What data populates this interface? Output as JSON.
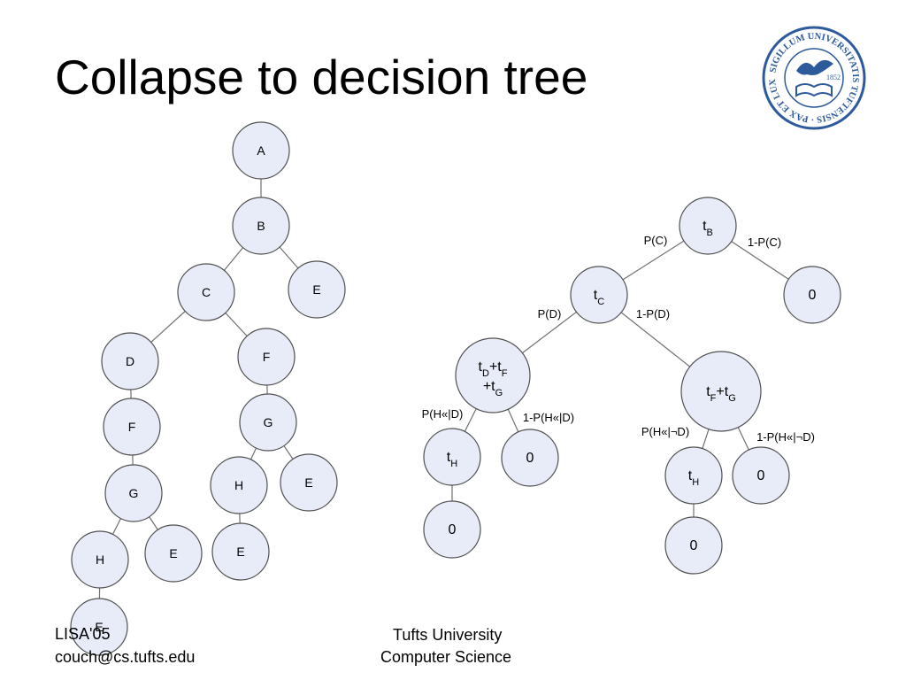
{
  "slide": {
    "title": "Collapse to decision tree",
    "footer_left_line1": "LISA'05",
    "footer_left_line2": "couch@cs.tufts.edu",
    "footer_center_line1": "Tufts University",
    "footer_center_line2": "Computer Science"
  },
  "seal": {
    "text": "SIGILLUM UNIVERSITATIS TUFTENSIS · PAX ET LUX",
    "year": "1852",
    "color": "#2d5a9b"
  },
  "colors": {
    "node_fill": "#e8ecf8",
    "node_stroke": "#505050",
    "edge": "#707070"
  },
  "left_tree": {
    "nodes": [
      {
        "id": "a",
        "label": "A"
      },
      {
        "id": "b",
        "label": "B"
      },
      {
        "id": "c",
        "label": "C"
      },
      {
        "id": "e1",
        "label": "E"
      },
      {
        "id": "d",
        "label": "D"
      },
      {
        "id": "f1",
        "label": "F"
      },
      {
        "id": "f2",
        "label": "F"
      },
      {
        "id": "g1",
        "label": "G"
      },
      {
        "id": "g2",
        "label": "G"
      },
      {
        "id": "h1",
        "label": "H"
      },
      {
        "id": "e2",
        "label": "E"
      },
      {
        "id": "e3",
        "label": "E"
      },
      {
        "id": "h2",
        "label": "H"
      },
      {
        "id": "e4",
        "label": "E"
      },
      {
        "id": "e5",
        "label": "E"
      }
    ],
    "edges": [
      [
        "a",
        "b"
      ],
      [
        "b",
        "c"
      ],
      [
        "b",
        "e1"
      ],
      [
        "c",
        "d"
      ],
      [
        "c",
        "f1"
      ],
      [
        "d",
        "f2"
      ],
      [
        "f1",
        "g1"
      ],
      [
        "f2",
        "g2"
      ],
      [
        "g1",
        "h1"
      ],
      [
        "g1",
        "e2"
      ],
      [
        "g2",
        "h2"
      ],
      [
        "g2",
        "e4"
      ],
      [
        "h1",
        "e3"
      ],
      [
        "h2",
        "e5"
      ]
    ]
  },
  "right_tree": {
    "nodes": [
      {
        "id": "tb",
        "label": "t",
        "sub": "B"
      },
      {
        "id": "tc",
        "label": "t",
        "sub": "C"
      },
      {
        "id": "z1",
        "label": "0"
      },
      {
        "id": "tdfg",
        "line1": "tD+tF",
        "line2": "+tG"
      },
      {
        "id": "tfg",
        "label": "tF+tG"
      },
      {
        "id": "th1",
        "label": "t",
        "sub": "H"
      },
      {
        "id": "z2",
        "label": "0"
      },
      {
        "id": "z3",
        "label": "0"
      },
      {
        "id": "th2",
        "label": "t",
        "sub": "H"
      },
      {
        "id": "z4",
        "label": "0"
      },
      {
        "id": "z5",
        "label": "0"
      }
    ],
    "edges": [
      [
        "tb",
        "tc"
      ],
      [
        "tb",
        "z1"
      ],
      [
        "tc",
        "tdfg"
      ],
      [
        "tc",
        "tfg"
      ],
      [
        "tdfg",
        "th1"
      ],
      [
        "tdfg",
        "z2"
      ],
      [
        "th1",
        "z3"
      ],
      [
        "tfg",
        "th2"
      ],
      [
        "tfg",
        "z4"
      ],
      [
        "th2",
        "z5"
      ]
    ],
    "edge_labels": [
      {
        "id": "pc",
        "text": "P(C)"
      },
      {
        "id": "npc",
        "text": "1-P(C)"
      },
      {
        "id": "pd",
        "text": "P(D)"
      },
      {
        "id": "npd",
        "text": "1-P(D)"
      },
      {
        "id": "phd",
        "text": "P(H«|D)"
      },
      {
        "id": "nphd",
        "text": "1-P(H«|D)"
      },
      {
        "id": "phnd",
        "text": "P(H«|¬D)"
      },
      {
        "id": "nphnd",
        "text": "1-P(H«|¬D)"
      }
    ]
  }
}
